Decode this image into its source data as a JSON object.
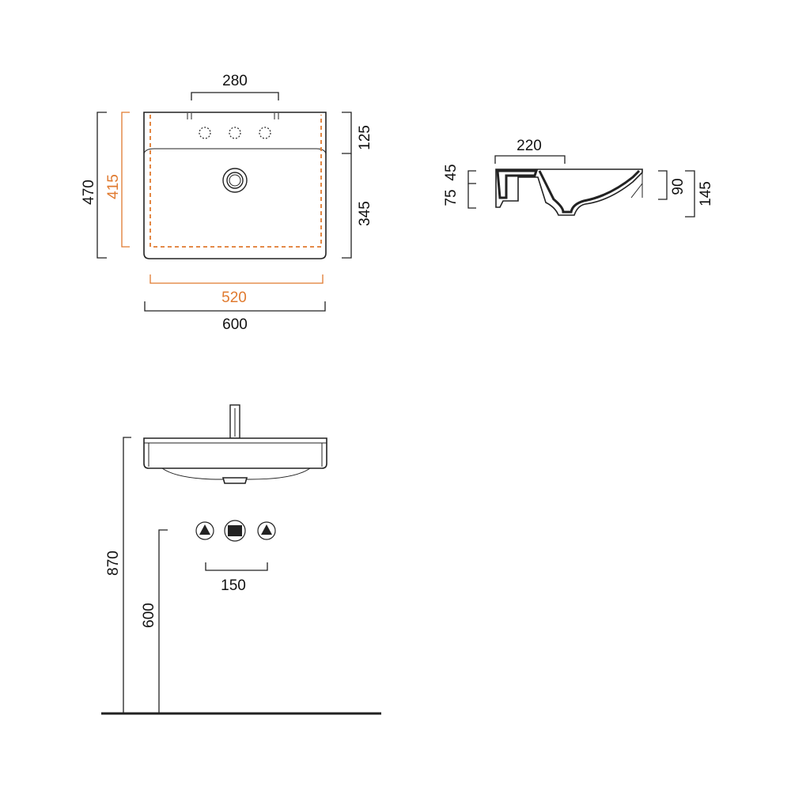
{
  "colors": {
    "line": "#222222",
    "inner_outline": "#e07a2f",
    "background": "#ffffff"
  },
  "top_view": {
    "tap_spacing": "280",
    "total_depth": "470",
    "inner_depth": "415",
    "ledge_depth": "125",
    "bowl_depth": "345",
    "inner_width": "520",
    "total_width": "600"
  },
  "section_view": {
    "bowl_width": "220",
    "rim_height": "45",
    "side_height": "75",
    "bowl_height": "90",
    "total_height": "145"
  },
  "front_view": {
    "mount_height": "870",
    "outlet_height": "600",
    "outlet_spacing": "150"
  }
}
